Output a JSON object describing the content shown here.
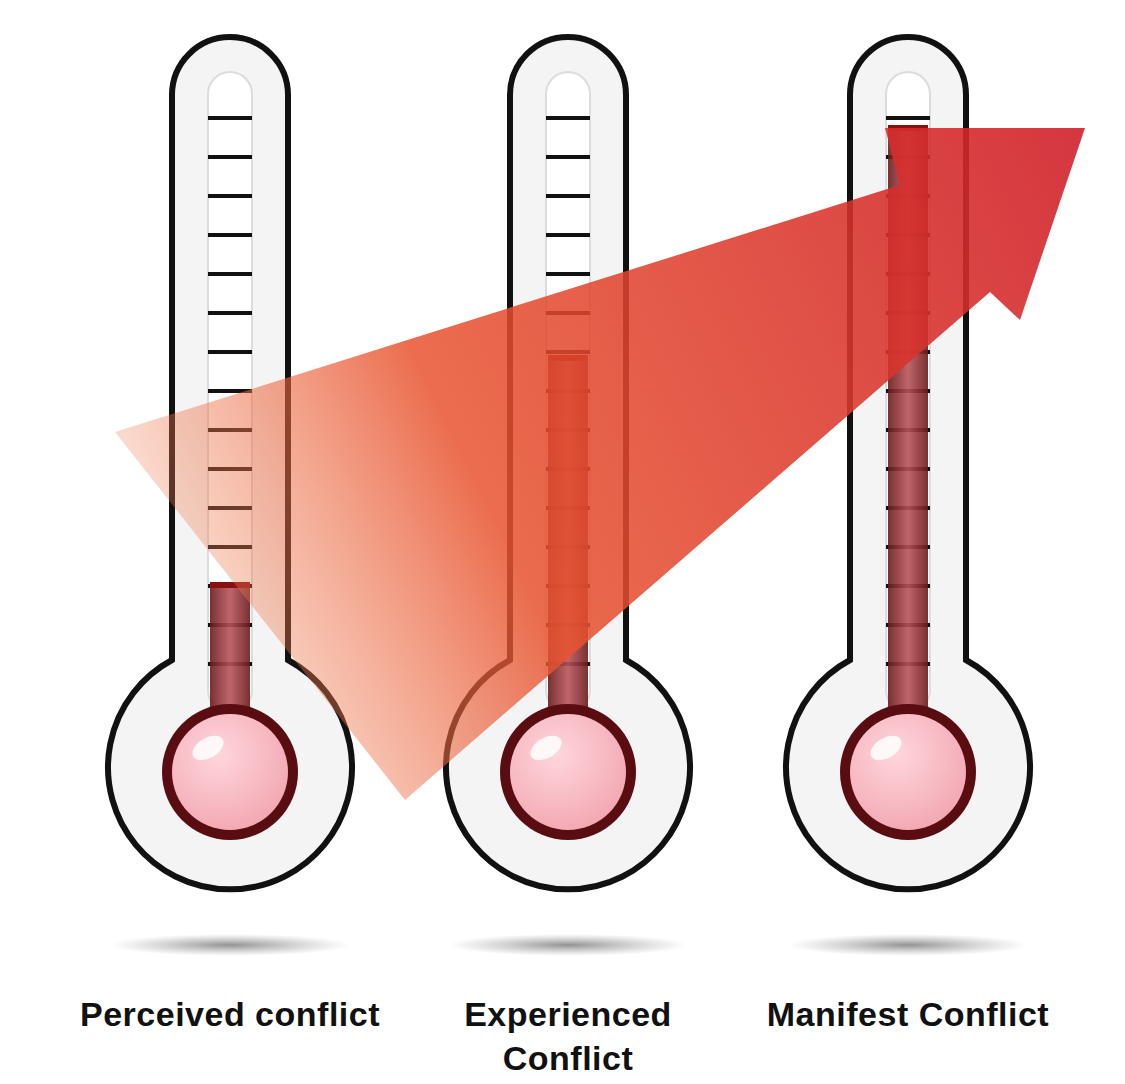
{
  "diagram": {
    "labels": [
      "Perceived conflict",
      "Experienced Conflict",
      "Manifest Conflict"
    ]
  }
}
